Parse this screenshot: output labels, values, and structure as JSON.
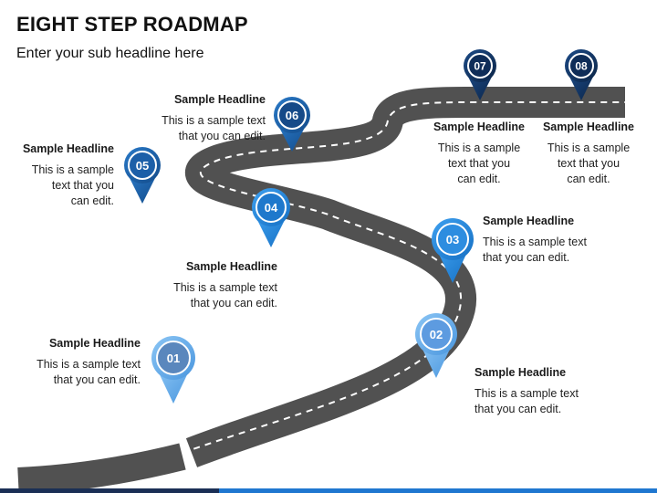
{
  "header": {
    "title": "EIGHT STEP ROADMAP",
    "subtitle": "Enter your sub headline here"
  },
  "colors": {
    "road": "#515151",
    "dash": "#ffffff",
    "pin_dark": "#10305e",
    "pin_mid": "#1f5fa6",
    "pin_blue": "#1f88d8",
    "pin_light": "#5aa8ea",
    "footer_dark": "#1a2f55",
    "footer_blue": "#1f77d0"
  },
  "steps": [
    {
      "num": "01",
      "headline": "Sample Headline",
      "body": [
        "This is a sample text",
        "that you can edit."
      ]
    },
    {
      "num": "02",
      "headline": "Sample Headline",
      "body": [
        "This is a sample text",
        "that you can edit."
      ]
    },
    {
      "num": "03",
      "headline": "Sample Headline",
      "body": [
        "This is a sample text",
        "that you can edit."
      ]
    },
    {
      "num": "04",
      "headline": "Sample Headline",
      "body": [
        "This is a sample text",
        "that you can edit."
      ]
    },
    {
      "num": "05",
      "headline": "Sample Headline",
      "body": [
        "This is a sample",
        "text that you",
        "can edit."
      ]
    },
    {
      "num": "06",
      "headline": "Sample Headline",
      "body": [
        "This is a sample text",
        "that you can edit."
      ]
    },
    {
      "num": "07",
      "headline": "Sample Headline",
      "body": [
        "This is a sample",
        "text that you",
        "can edit."
      ]
    },
    {
      "num": "08",
      "headline": "Sample Headline",
      "body": [
        "This is a sample",
        "text that you",
        "can edit."
      ]
    }
  ]
}
